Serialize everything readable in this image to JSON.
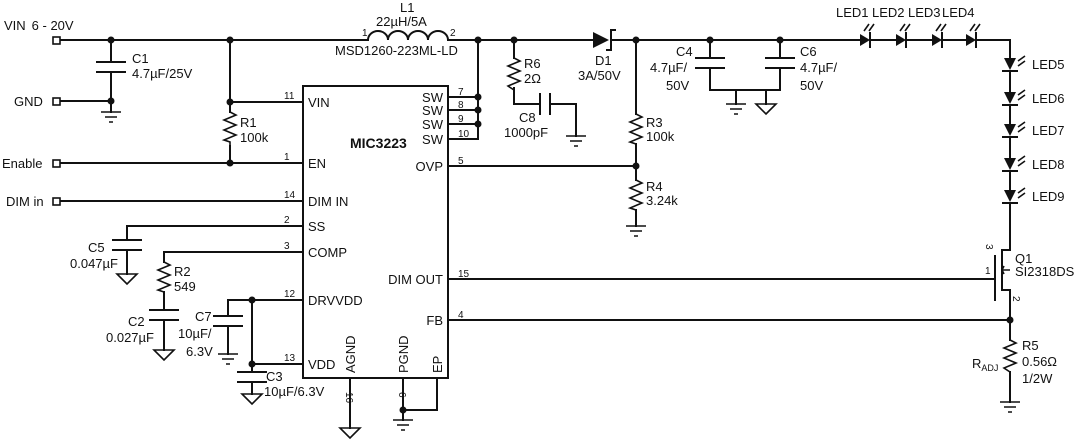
{
  "ports": {
    "vin": "VIN",
    "vin_range": "6 - 20V",
    "gnd": "GND",
    "enable": "Enable",
    "dim_in": "DIM in"
  },
  "ic": {
    "name": "MIC3223",
    "left_pins": [
      {
        "num": "11",
        "label": "VIN"
      },
      {
        "num": "1",
        "label": "EN"
      },
      {
        "num": "14",
        "label": "DIM IN"
      },
      {
        "num": "2",
        "label": "SS"
      },
      {
        "num": "3",
        "label": "COMP"
      },
      {
        "num": "12",
        "label": "DRVVDD"
      },
      {
        "num": "13",
        "label": "VDD"
      }
    ],
    "right_pins": [
      {
        "num": "7",
        "label": "SW"
      },
      {
        "num": "8",
        "label": "SW"
      },
      {
        "num": "9",
        "label": "SW"
      },
      {
        "num": "10",
        "label": "SW"
      },
      {
        "num": "5",
        "label": "OVP"
      },
      {
        "num": "15",
        "label": "DIM OUT"
      },
      {
        "num": "4",
        "label": "FB"
      }
    ],
    "bottom_pins": [
      {
        "num": "16",
        "label": "AGND"
      },
      {
        "num": "6",
        "label": "PGND"
      },
      {
        "num": "",
        "label": "EP"
      }
    ]
  },
  "components": {
    "L1": {
      "ref": "L1",
      "value": "22µH/5A",
      "part": "MSD1260-223ML-LD",
      "pin1": "1",
      "pin2": "2"
    },
    "C1": {
      "ref": "C1",
      "value": "4.7µF/25V"
    },
    "R1": {
      "ref": "R1",
      "value": "100k"
    },
    "R6": {
      "ref": "R6",
      "value": "2Ω"
    },
    "C8": {
      "ref": "C8",
      "value": "1000pF"
    },
    "D1": {
      "ref": "D1",
      "value": "3A/50V"
    },
    "R3": {
      "ref": "R3",
      "value": "100k"
    },
    "R4": {
      "ref": "R4",
      "value": "3.24k"
    },
    "C4": {
      "ref": "C4",
      "value": "4.7µF/",
      "value2": "50V"
    },
    "C6": {
      "ref": "C6",
      "value": "4.7µF/",
      "value2": "50V"
    },
    "C5": {
      "ref": "C5",
      "value": "0.047µF"
    },
    "R2": {
      "ref": "R2",
      "value": "549"
    },
    "C2": {
      "ref": "C2",
      "value": "0.027µF"
    },
    "C7": {
      "ref": "C7",
      "value": "10µF/",
      "value2": "6.3V"
    },
    "C3": {
      "ref": "C3",
      "value": "10µF/6.3V"
    },
    "Q1": {
      "ref": "Q1",
      "value": "SI2318DS",
      "pin1": "1",
      "pin2": "2",
      "pin3": "3"
    },
    "R5": {
      "ref": "R5",
      "value": "0.56Ω",
      "value2": "1/2W",
      "alias": "R",
      "alias_sub": "ADJ"
    }
  },
  "leds": [
    "LED1",
    "LED2",
    "LED3",
    "LED4",
    "LED5",
    "LED6",
    "LED7",
    "LED8",
    "LED9"
  ]
}
